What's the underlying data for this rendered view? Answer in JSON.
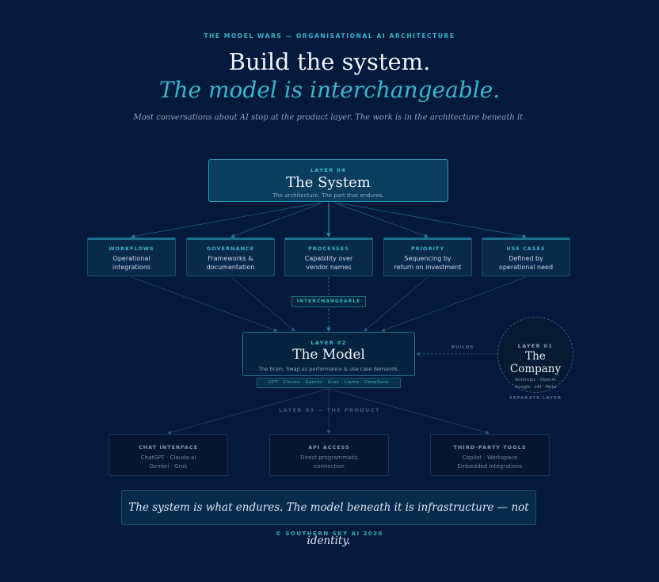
{
  "header": {
    "eyebrow": "THE MODEL WARS — ORGANISATIONAL AI ARCHITECTURE",
    "title_line1": "Build the system.",
    "title_line2": "The model is interchangeable.",
    "subtitle": "Most conversations about AI stop at the product layer. The work is in the architecture beneath it."
  },
  "system": {
    "tag": "LAYER 04",
    "name": "The System",
    "desc": "The architecture. The part that endures."
  },
  "pillars": [
    {
      "title": "WORKFLOWS",
      "line1": "Operational",
      "line2": "integrations"
    },
    {
      "title": "GOVERNANCE",
      "line1": "Frameworks &",
      "line2": "documentation"
    },
    {
      "title": "PROCESSES",
      "line1": "Capability over",
      "line2": "vendor names"
    },
    {
      "title": "PRIORITY",
      "line1": "Sequencing by",
      "line2": "return on investment"
    },
    {
      "title": "USE CASES",
      "line1": "Defined by",
      "line2": "operational need"
    }
  ],
  "interchangeable_label": "INTERCHANGEABLE",
  "model": {
    "tag": "LAYER 02",
    "name": "The Model",
    "desc": "The brain. Swap as performance & use case demands.",
    "vendors": "GPT · Claude · Gemini · Grok · Llama · DeepSeek"
  },
  "company": {
    "tag": "LAYER 01",
    "name": "The Company",
    "vendors_line1": "Anthropic · OpenAI",
    "vendors_line2": "Google · xAI · Meta",
    "builds_label": "BUILDS",
    "separate_label": "SEPARATE LAYER"
  },
  "product_label": "LAYER 03 — THE PRODUCT",
  "products": [
    {
      "title": "CHAT INTERFACE",
      "line1": "ChatGPT · Claude.ai",
      "line2": "Gemini · Grok"
    },
    {
      "title": "API ACCESS",
      "line1": "Direct programmatic",
      "line2": "connection"
    },
    {
      "title": "THIRD-PARTY TOOLS",
      "line1": "Copilot · Workspace",
      "line2": "Embedded integrations"
    }
  ],
  "quote": "The system is what endures. The model beneath it is infrastructure — not identity.",
  "footer": "© SOUTHERN SKY AI 2026",
  "colors": {
    "background": "#041a3d",
    "accent": "#38b8c9",
    "system_fill": "#0a3d5e"
  }
}
